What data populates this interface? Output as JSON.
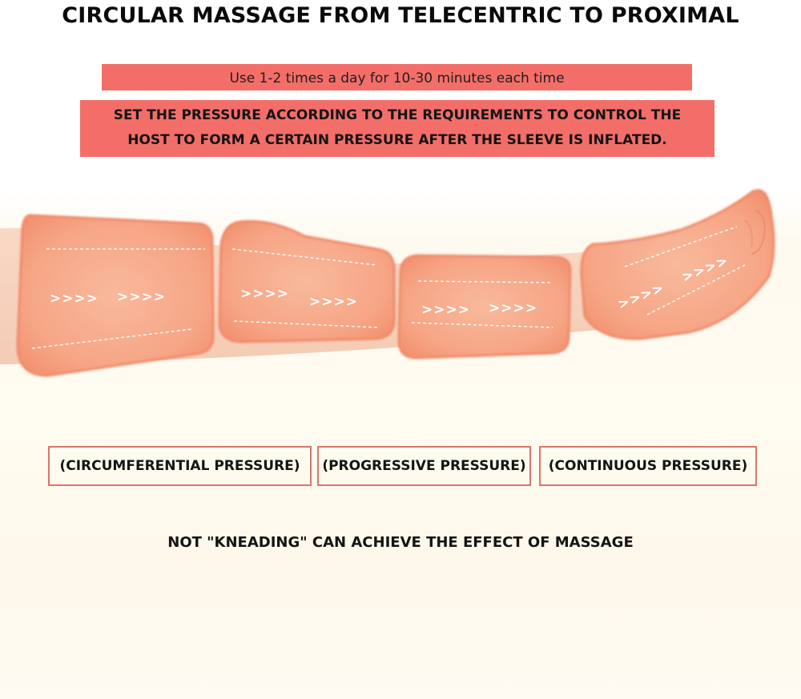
{
  "title": "CIRCULAR MASSAGE FROM TELECENTRIC TO PROXIMAL",
  "usage_note": "Use 1-2 times a day for 10-30 minutes each time",
  "pressure_note": {
    "line1": "SET THE PRESSURE ACCORDING TO THE REQUIREMENTS TO CONTROL THE",
    "line2": "HOST TO FORM A CERTAIN PRESSURE AFTER THE SLEEVE IS INFLATED."
  },
  "sleeve_arrows": ">>>>",
  "pressure_types": [
    "(CIRCUMFERENTIAL PRESSURE)",
    "(PROGRESSIVE PRESSURE)",
    "(CONTINUOUS PRESSURE)"
  ],
  "footer": "NOT \"KNEADING\" CAN ACHIEVE THE EFFECT OF MASSAGE",
  "colors": {
    "banner": "#f46e69",
    "sleeve": "#f6a587",
    "sleeve_edge": "#f08a6a",
    "box_border": "#d9746e"
  },
  "icons": [
    "leg-illustration",
    "arrow-chevrons"
  ]
}
